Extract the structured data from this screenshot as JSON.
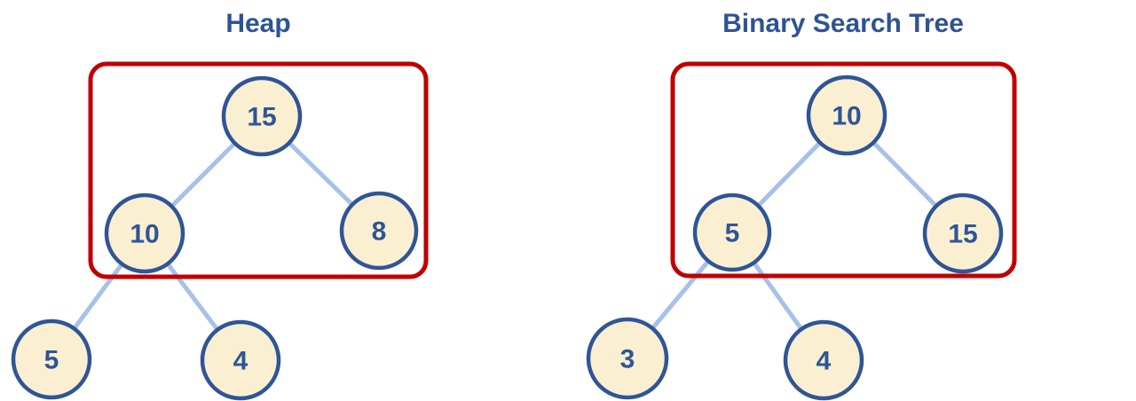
{
  "colors": {
    "node_fill": "#FAF0D1",
    "node_border": "#2F5597",
    "edge_line": "#A7C1E8",
    "highlight_box": "#C00000",
    "title_text": "#2E5395"
  },
  "trees": [
    {
      "title": "Heap",
      "nodes": [
        {
          "id": "root",
          "label": "15"
        },
        {
          "id": "left",
          "label": "10"
        },
        {
          "id": "right",
          "label": "8"
        },
        {
          "id": "left-left",
          "label": "5"
        },
        {
          "id": "left-right",
          "label": "4"
        }
      ]
    },
    {
      "title": "Binary Search Tree",
      "nodes": [
        {
          "id": "root",
          "label": "10"
        },
        {
          "id": "left",
          "label": "5"
        },
        {
          "id": "right",
          "label": "15"
        },
        {
          "id": "left-left",
          "label": "3"
        },
        {
          "id": "left-right",
          "label": "4"
        }
      ]
    }
  ]
}
